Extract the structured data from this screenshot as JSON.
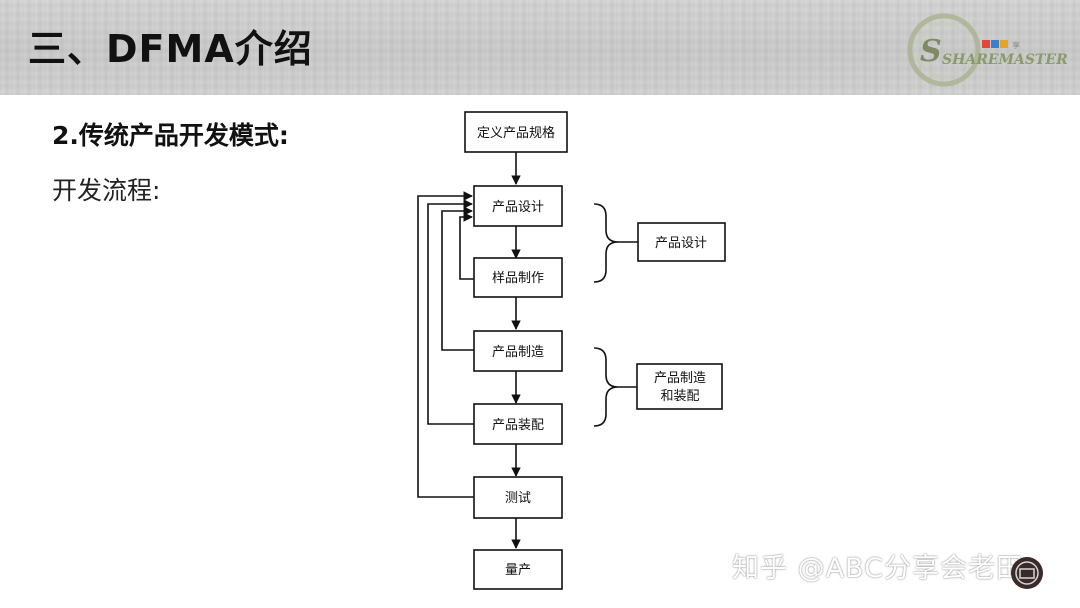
{
  "header": {
    "title": "三、DFMA介绍",
    "logo_text": "SHAREMASTER",
    "logo_small_text": "享"
  },
  "content": {
    "subtitle": "2.传统产品开发模式:",
    "subtext": "开发流程:"
  },
  "flowchart": {
    "steps": [
      "定义产品规格",
      "产品设计",
      "样品制作",
      "产品制造",
      "产品装配",
      "测试",
      "量产"
    ],
    "groups": [
      {
        "label_lines": [
          "产品设计"
        ]
      },
      {
        "label_lines": [
          "产品制造",
          "和装配"
        ]
      }
    ]
  },
  "watermark": "知乎 @ABC分享会老田",
  "colors": {
    "line": "#111111",
    "header_bg": "#d3d3d3",
    "logo_green": "#8a9a6a"
  }
}
